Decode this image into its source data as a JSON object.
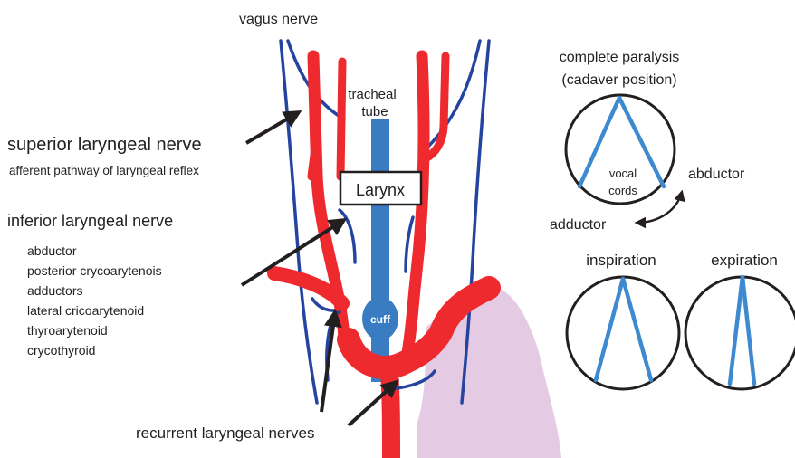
{
  "labels": {
    "vagus": "vagus nerve",
    "tracheal_line1": "tracheal",
    "tracheal_line2": "tube",
    "superior": "superior laryngeal nerve",
    "afferent": "afferent pathway of laryngeal reflex",
    "larynx": "Larynx",
    "inferior": "inferior laryngeal nerve",
    "muscles": [
      "abductor",
      "posterior crycoarytenois",
      "adductors",
      "lateral cricoarytenoid",
      "thyroarytenoid",
      "crycothyroid"
    ],
    "cuff": "cuff",
    "recurrent": "recurrent laryngeal nerves",
    "paralysis_line1": "complete paralysis",
    "paralysis_line2": "(cadaver position)",
    "vocal_line1": "vocal",
    "vocal_line2": "cords",
    "abductor": "abductor",
    "adductor": "adductor",
    "inspiration": "inspiration",
    "expiration": "expiration"
  },
  "colors": {
    "artery": "#ee2a2e",
    "nerve": "#2444a0",
    "tube": "#3a7cc2",
    "lung": "#e4cbe3",
    "cord": "#3d8ad0",
    "text": "#231f20"
  }
}
